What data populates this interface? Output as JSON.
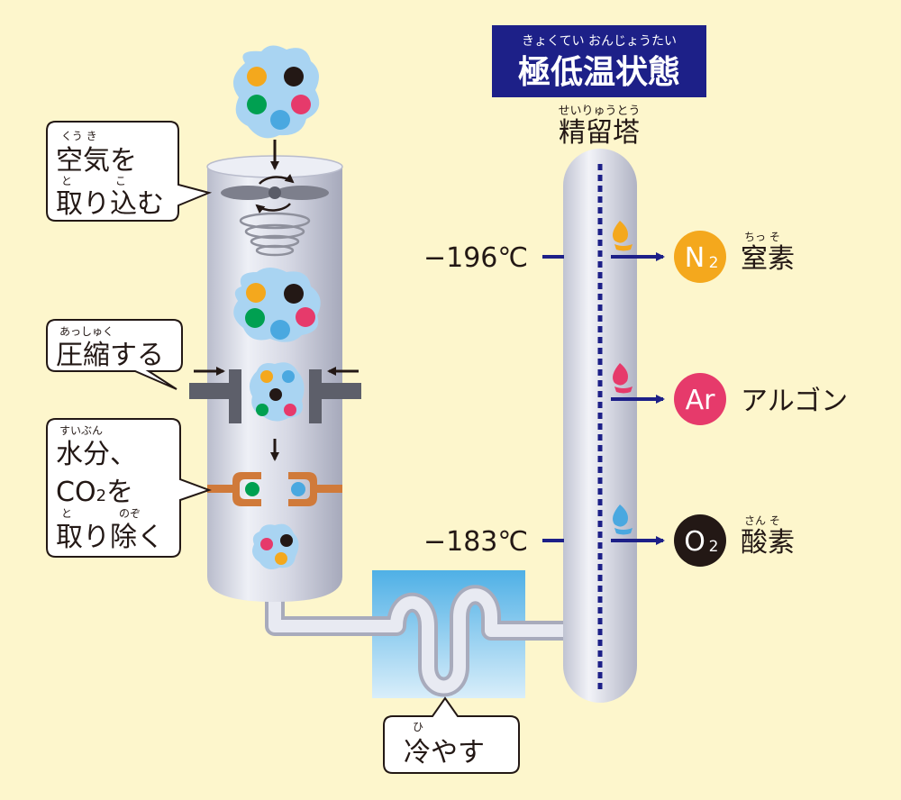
{
  "header": {
    "title": "極低温状態",
    "title_ruby": "きょくてい おんじょうたい",
    "column_label": "精留塔",
    "column_ruby": "せいりゅうとう"
  },
  "callouts": {
    "intake": {
      "line1": "空気を",
      "line2": "取り込む",
      "ruby1": "くう き",
      "ruby2a": "と",
      "ruby2b": "こ"
    },
    "compress": {
      "line1": "圧縮する",
      "ruby1": "あっしゅく"
    },
    "remove": {
      "line1": "水分、",
      "line2_a": "CO",
      "line2_sub": "2",
      "line2_b": "を",
      "line3": "取り除く",
      "ruby1": "すいぶん",
      "ruby3a": "と",
      "ruby3b": "のぞ"
    },
    "cool": {
      "line1": "冷やす",
      "ruby1": "ひ"
    }
  },
  "temperatures": {
    "upper": "−196℃",
    "lower": "−183℃"
  },
  "products": [
    {
      "symbol": "N",
      "sub": "2",
      "name": "窒素",
      "ruby": "ちっ そ",
      "color": "#f4a81d"
    },
    {
      "symbol": "Ar",
      "sub": "",
      "name": "アルゴン",
      "ruby": "",
      "color": "#e63a6b"
    },
    {
      "symbol": "O",
      "sub": "2",
      "name": "酸素",
      "ruby": "さん そ",
      "color": "#231815"
    }
  ],
  "colors": {
    "background": "#fdf6cc",
    "navy": "#1d2088",
    "gray_body": "#d8dae6",
    "cooler": "#5ab8e8",
    "pipe_orange": "#d07a3a",
    "dot_yellow": "#f4a81d",
    "dot_black": "#231815",
    "dot_green": "#00a051",
    "dot_pink": "#e63a6b",
    "dot_blue": "#4aa8e0",
    "cloud": "#a9d4f2"
  }
}
